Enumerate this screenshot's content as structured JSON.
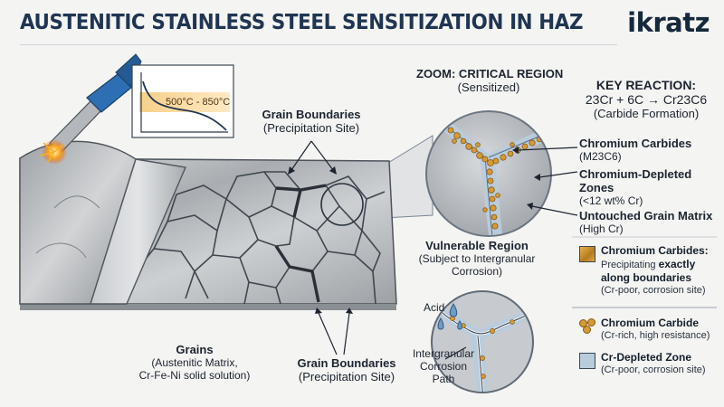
{
  "title": "AUSTENITIC STAINLESS STEEL SENSITIZATION IN HAZ",
  "logo": "ikratz",
  "inset_temp_label": "500°C - 850°C",
  "labels": {
    "gb_top_title": "Grain Boundaries",
    "gb_top_sub": "(Precipitation Site)",
    "zoom_title": "ZOOM: CRITICAL REGION",
    "zoom_sub": "(Sensitized)",
    "key_title": "KEY REACTION:",
    "key_eq": "23Cr + 6C → Cr23C6",
    "key_sub": "(Carbide Formation)",
    "carbides_title": "Chromium Carbides",
    "carbides_sub": "(M23C6)",
    "depleted_title": "Chromium-Depleted",
    "depleted_title2": "Zones",
    "depleted_sub": "(<12 wt% Cr)",
    "matrix_title": "Untouched Grain Matrix",
    "matrix_sub": "(High Cr)",
    "grains_title": "Grains",
    "grains_sub1": "(Austenitic Matrix,",
    "grains_sub2": "Cr-Fe-Ni solid solution)",
    "gb_bottom_title": "Grain Boundaries",
    "gb_bottom_sub": "(Precipitation Site)",
    "vuln_title": "Vulnerable Region",
    "vuln_sub1": "(Subject to Intergranular",
    "vuln_sub2": "Corrosion)",
    "acid": "Acid",
    "igc1": "Intergranular",
    "igc2": "Corrosion",
    "igc3": "Path"
  },
  "legend": [
    {
      "title": "Chromium Carbides:",
      "line1": "Precipitating ",
      "bold1": "exactly",
      "bold2": "along boundaries",
      "line3": "(Cr-poor, corrosion site)"
    },
    {
      "title": "Chromium Carbide",
      "line1": "(Cr-rich, high resistance)"
    },
    {
      "title": "Cr-Depleted Zone",
      "line1": "(Cr-poor, corrosion site)"
    }
  ],
  "colors": {
    "title": "#1f3552",
    "carbide": "#d69a37",
    "depleted": "#b8ccdc",
    "steel": "#b9bcbf"
  }
}
